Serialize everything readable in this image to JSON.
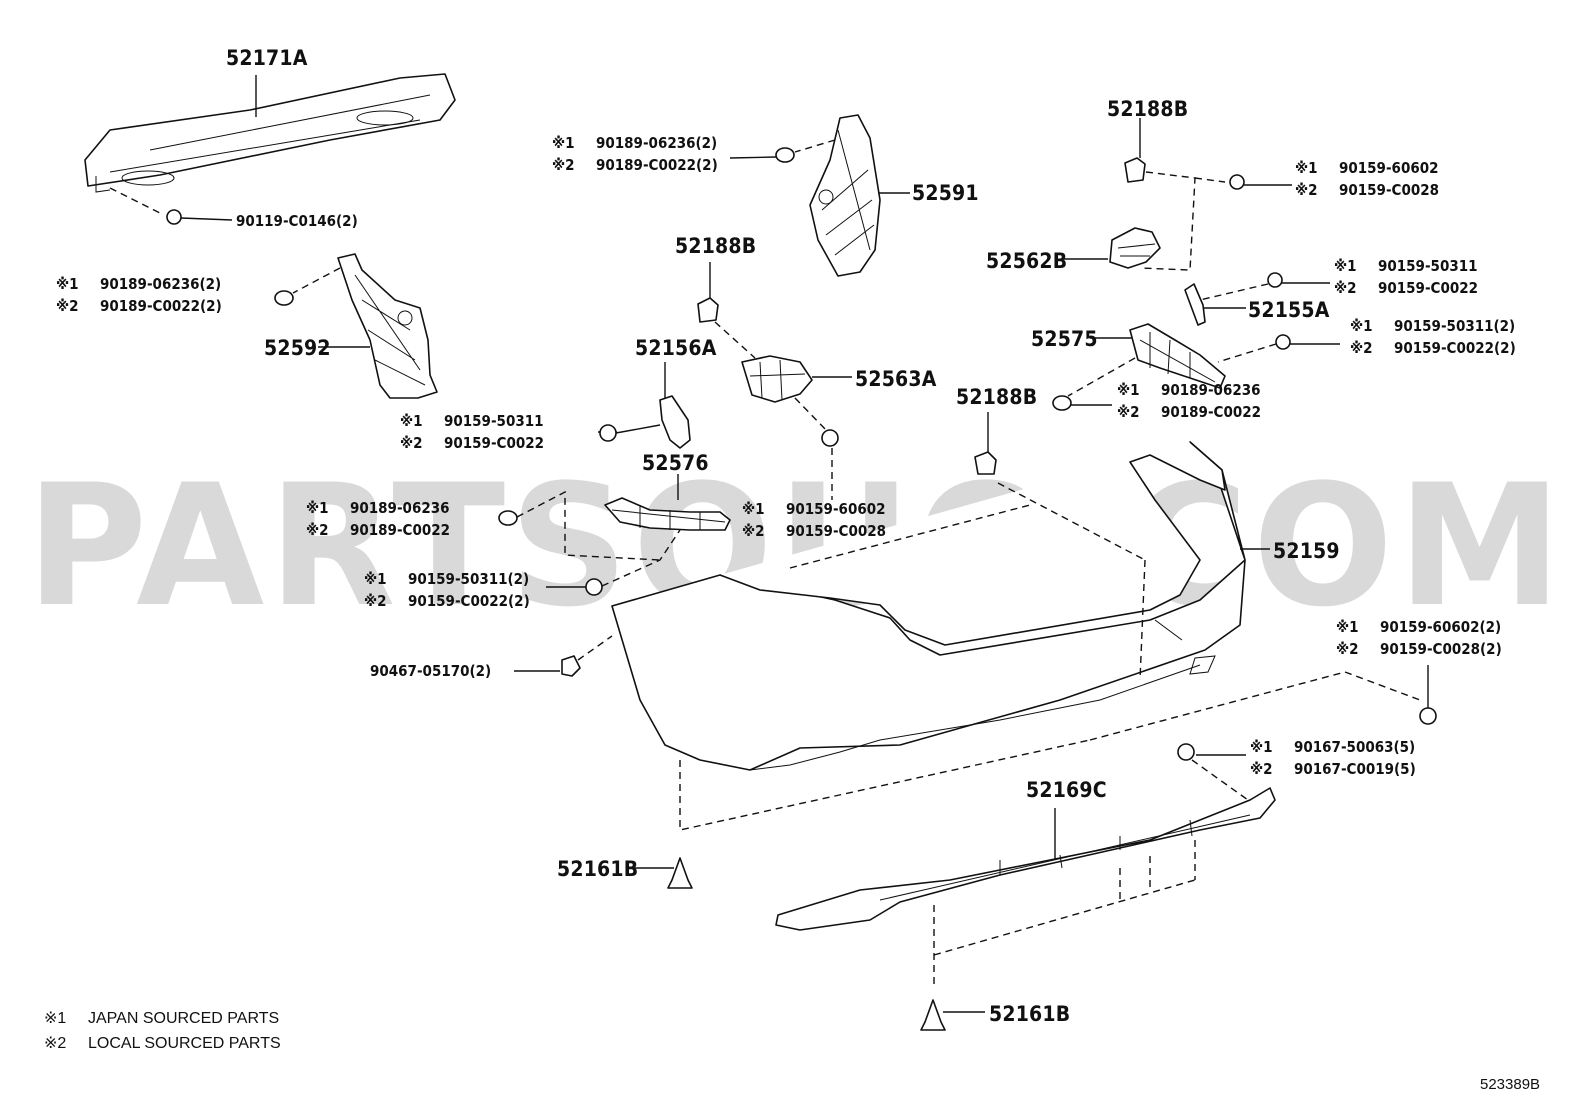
{
  "watermark": "PARTSOUQ.COM",
  "parts": {
    "p52171A": "52171A",
    "p90119": "90119-C0146(2)",
    "p52592": "52592",
    "p52591": "52591",
    "p52188B_top": "52188B",
    "p52188B_mid": "52188B",
    "p52188B_low": "52188B",
    "p52562B": "52562B",
    "p52155A": "52155A",
    "p52575": "52575",
    "p52156A": "52156A",
    "p52563A": "52563A",
    "p52576": "52576",
    "p52159": "52159",
    "p90467": "90467-05170(2)",
    "p52169C": "52169C",
    "p52161B_left": "52161B",
    "p52161B_bottom": "52161B"
  },
  "marks": {
    "japan": "※1",
    "local": "※2"
  },
  "pairs": {
    "a": [
      "90189-06236(2)",
      "90189-C0022(2)"
    ],
    "b": [
      "90189-06236(2)",
      "90189-C0022(2)"
    ],
    "c": [
      "90159-60602",
      "90159-C0028"
    ],
    "d": [
      "90159-50311",
      "90159-C0022"
    ],
    "e": [
      "90159-50311(2)",
      "90159-C0022(2)"
    ],
    "f": [
      "90189-06236",
      "90189-C0022"
    ],
    "g": [
      "90159-50311",
      "90159-C0022"
    ],
    "h": [
      "90189-06236",
      "90189-C0022"
    ],
    "i": [
      "90159-60602",
      "90159-C0028"
    ],
    "j": [
      "90159-50311(2)",
      "90159-C0022(2)"
    ],
    "k": [
      "90159-60602(2)",
      "90159-C0028(2)"
    ],
    "l": [
      "90167-50063(5)",
      "90167-C0019(5)"
    ]
  },
  "legend": {
    "japan_mark": "※1",
    "japan_text": "JAPAN SOURCED PARTS",
    "local_mark": "※2",
    "local_text": "LOCAL SOURCED PARTS"
  },
  "ref_code": "523389B"
}
